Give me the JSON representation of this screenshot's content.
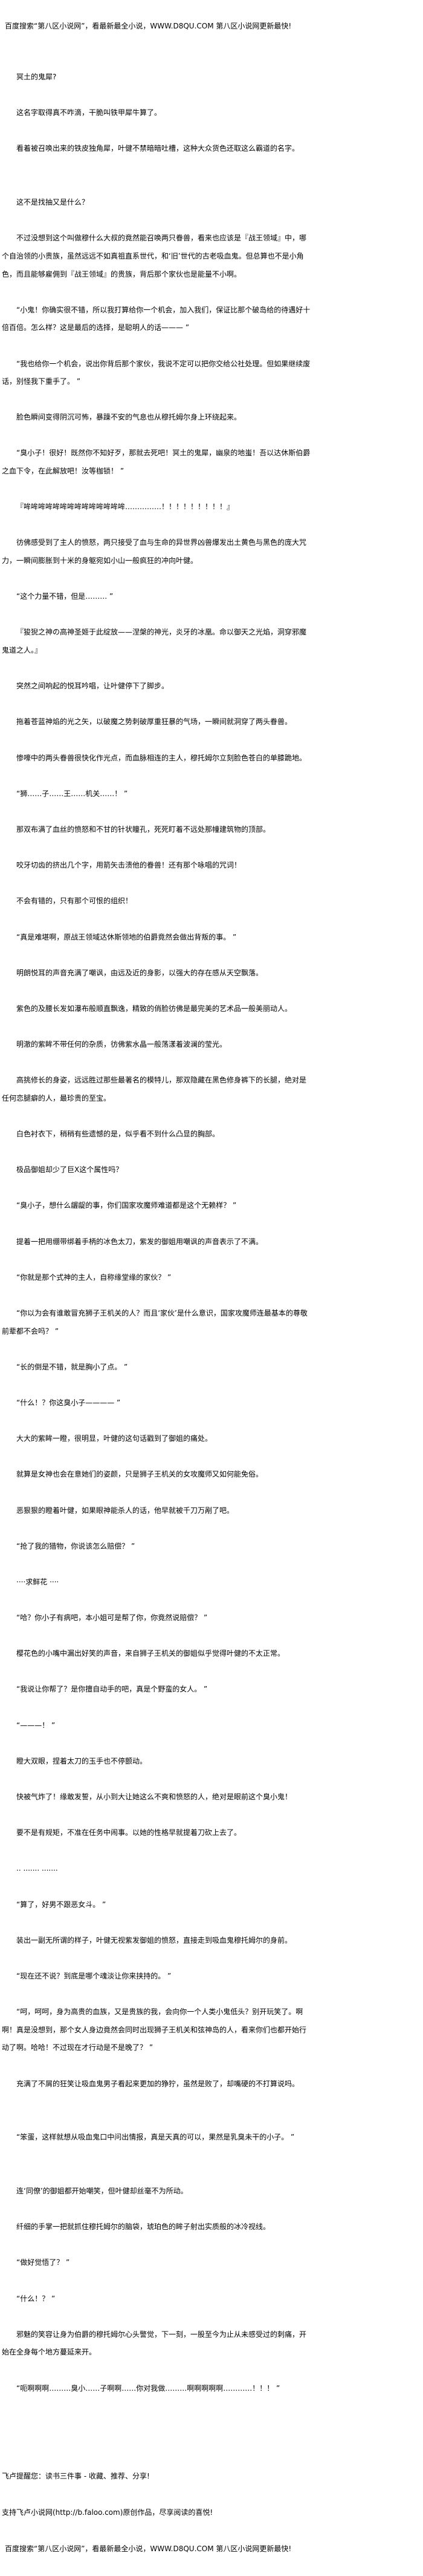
{
  "header": {
    "ad_text": "百度搜索“第八区小说网”，看最新最全小说，WWW.D8QU.COM   第八区小说网更新最快!"
  },
  "paragraphs": [
    "冥土的鬼犀?",
    "这名字取得真不咋滴，干脆叫铁甲犀牛算了。",
    "看着被召唤出来的铁皮独角犀，叶健不禁暗暗吐槽，这种大众货色还取这么霸道的名字。",
    "这不是找抽又是什么？",
    "不过没想到这个叫做穆什么大叔的竟然能召唤两只眷兽，看来也应该是『战王领域』中，哪个自治领的小贵族，虽然远远不如真祖直系世代，和‘旧’世代的古老吸血鬼。但总算也不是小角色，而且能够雇佣到『战王领域』的贵族，背后那个家伙也是能量不小啊。",
    "“小鬼！你确实很不错，所以我打算给你一个机会，加入我们，保证比那个破岛给的待遇好十倍百倍。怎么样？这是最后的选择，是聪明人的话——— ”",
    "“我也给你一个机会，说出你背后那个家伙，我说不定可以把你交给公社处理。但如果继续废话，别怪我下重手了。 ”",
    "脸色瞬间变得阴沉可怖，暴躁不安的气息也从穆托姆尔身上环绕起来。",
    "“臭小子！很好！既然你不知好歹，那就去死吧！冥土的鬼犀，幽泉的地蚩！吾以达休斯伯爵之血下令，在此解放吧！汝等枷锁！ ”",
    "『哞哞哞哞哞哞哞哞哞哞哞哞哞哞……………！！！！！！！！！』",
    "彷佛感受到了主人的愤怒，两只接受了血与生命的异世界凶兽爆发出土黄色与黑色的庞大咒力，一瞬间膨胀到十米的身躯宛如小山一般疯狂的冲向叶健。",
    "“这个力量不错，但是……… ”",
    "『狻猊之神の高神圣姬于此绽放——涅槃的神光，炎牙的冰凰。命以御天之光焰，洞穿邪魔鬼道之人。』",
    "突然之间响起的悦耳吟唱，让叶健停下了脚步。",
    "拖着苍蓝神焰的光之矢，以破魔之势刺破厚重狂暴的气场，一瞬间就洞穿了两头眷兽。",
    "惨嚎中的两头眷兽很快化作光点，而血脉相连的主人，穆托姆尔立刻脸色苍白的单膝跪地。",
    "“狮……子……王……机关……！ ”",
    "那双布满了血丝的愤怒和不甘的针状瞳孔，死死盯着不远处那幢建筑物的顶部。",
    "咬牙切齿的挤出几个字，用箭矢击溃他的眷兽！还有那个咏唱的咒词！",
    "不会有错的，只有那个可恨的组织！",
    "“真是难堪啊，原战王领域达休斯领地的伯爵竟然会做出背叛的事。 ”",
    "明朗悦耳的声音充满了嘲讽，由远及近的身影，以强大的存在感从天空飘落。",
    "紫色的及腰长发如瀑布般顺直飘逸，精致的俏脸彷佛是最完美的艺术品一般美丽动人。",
    "明澈的紫眸不带任何的杂质，彷佛紫水晶一般荡漾着波澜的莹光。",
    "高挑修长的身姿，远远胜过那些最著名的模特儿，那双隐藏在黑色修身裤下的长腿，绝对是任何恋腿癖的人，最珍贵的至宝。",
    "白色衬衣下，稍稍有些遗憾的是，似乎看不到什么凸显的胸部。",
    "极品御姐却少了巨X这个属性吗？",
    "“臭小子，想什么龌龊的事，你们国家攻魔师难道都是这个无赖样？ ”",
    "提着一把用绷带绑着手柄的冰色太刀，紫发的御姐用嘲讽的声音表示了不满。",
    "“你就是那个式神的主人，自称缘堂缘的家伙？ ”",
    "“你以为会有谁敢冒充狮子王机关的人？而且‘家伙’是什么意识，国家攻魔师连最基本的尊敬前辈都不会吗？ ”",
    "“长的倒是不错，就是胸小了点。 ”",
    "“什么！？你这臭小子———— ”",
    "大大的紫眸一瞪，很明显，叶健的这句话戳到了御姐的痛处。",
    "就算是女神也会在意她们的姿颜，只是狮子王机关的女攻魔师又如何能免俗。",
    "恶狠狠的瞪着叶健，如果眼神能杀人的话，他早就被千刀万剐了吧。",
    "“抢了我的猎物，你说该怎么赔偿？ ”",
    "····求鲜花 ····",
    "“哈？你小子有病吧，本小姐可是帮了你，你竟然说赔偿？ ”",
    "樱花色的小嘴中漏出好笑的声音，来自狮子王机关的御姐似乎觉得叶健的不太正常。",
    "“我说让你帮了？是你擅自动手的吧，真是个野蛮的女人。 ”",
    "“———！ ”",
    "瞪大双眼，捏着太刀的玉手也不停颤动。",
    "快被气炸了！缘敢发誓，从小到大让她这么不爽和愤怒的人，绝对是眼前这个臭小鬼！",
    "要不是有规矩，不准在任务中闹事。以她的性格早就提着刀砍上去了。",
    ".. ....... .......",
    "“算了，好男不跟恶女斗。 ”",
    "装出一副无所谓的样子，叶健无视紫发御姐的愤怒，直接走到吸血鬼穆托姆尔的身前。",
    "“现在还不说？到底是哪个魂淡让你来挟持的。 ”",
    "“呵，呵呵，身为高贵的血族，又是贵族的我，会向你一个人类小鬼低头？别开玩笑了。啊啊！真是没想到，那个女人身边竟然会同时出现狮子王机关和弦神岛的人，看来你们也都开始行动了啊。哈哈！不过现在才行动是不是晚了？ ”",
    "充满了不屑的狂笑让吸血鬼男子看起来更加的狰狞，虽然是败了，却嘴硬的不打算说吗。",
    "“笨蛋，这样就想从吸血鬼口中问出情报，真是天真的可以，果然是乳臭未干的小子。 ”",
    "连‘同僚’的御姐都开始嘲笑，但叶健却丝毫不为所动。",
    "纤细的手掌一把就抓住穆托姆尔的脑袋，琥珀色的眸子射出实质般的冰冷视线。",
    "“做好觉悟了？ ”",
    "“什么！？ ”",
    "邪魅的笑容让身为伯爵的穆托姆尔心头警觉，下一刻，一股至今为止从未感受过的刺痛，开始在全身每个地方蔓延来开。",
    "“呃啊啊啊………臭小……子啊啊……你对我做………啊啊啊啊啊…………！！！ ”"
  ],
  "footer": {
    "reminder": "飞卢提醒您：读书三件事 - 收藏、推荐、分享!",
    "support": "支持飞卢小说网(http://b.faloo.com)原创作品，尽享阅读的喜悦!",
    "ad_text": "百度搜索“第八区小说网”，看最新最全小说，WWW.D8QU.COM   第八区小说网更新最快!"
  }
}
